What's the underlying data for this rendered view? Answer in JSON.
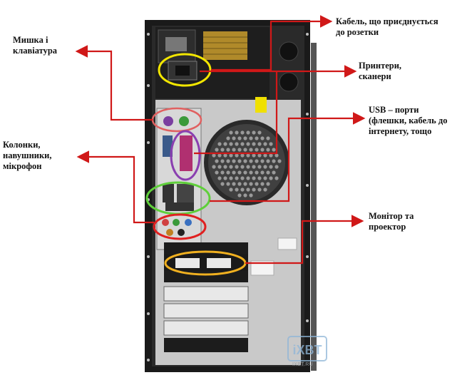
{
  "labels": {
    "mouse_keyboard": "Мишка і\nклавіатура",
    "power_cable": "Кабель, що приєднується\nдо розетки",
    "printers": "Принтери,\nсканери",
    "usb": "USB – порти\n(флешки, кабель до\nінтернету, тощо",
    "audio": "Колонки,\nнавушники,\nмікрофон",
    "monitor": "Монітор та\nпроектор"
  },
  "watermark": {
    "logo_text": "iXBT",
    "site_text": "IXBT.RU"
  },
  "colors": {
    "arrow": "#d01818",
    "oval_power": "#f2e600",
    "oval_ps2": "#e06060",
    "oval_lpt": "#8a3fb0",
    "oval_usb": "#5fcf3a",
    "oval_audio": "#e02020",
    "oval_video": "#f0b020",
    "case_dark": "#1a1a1a",
    "panel_gray": "#c9c9c9"
  }
}
